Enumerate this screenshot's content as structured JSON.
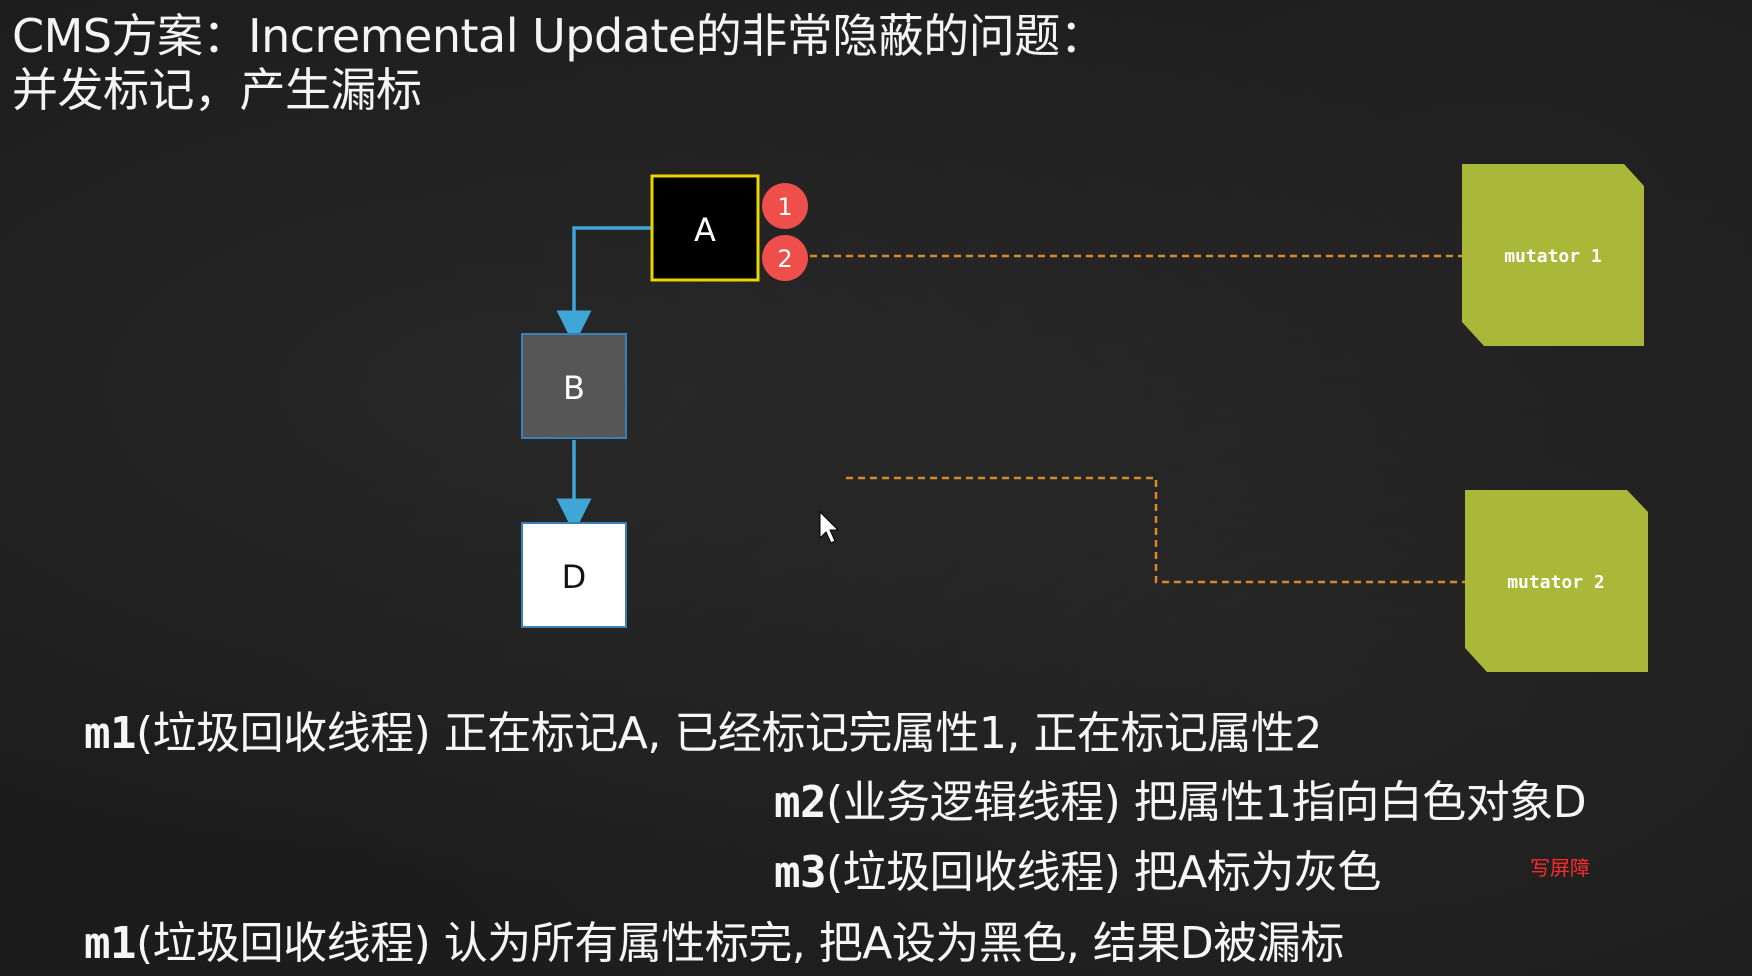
{
  "title": {
    "line1": "CMS方案：Incremental Update的非常隐蔽的问题：",
    "line2": "并发标记，产生漏标"
  },
  "nodes": {
    "a": "A",
    "b": "B",
    "d": "D"
  },
  "badges": {
    "one": "1",
    "two": "2"
  },
  "mutators": {
    "m1": "mutator 1",
    "m2": "mutator 2"
  },
  "steps": [
    {
      "code": "m1",
      "text": "(垃圾回收线程) 正在标记A, 已经标记完属性1, 正在标记属性2"
    },
    {
      "code": "m2",
      "text": "(业务逻辑线程) 把属性1指向白色对象D"
    },
    {
      "code": "m3",
      "text": "(垃圾回收线程) 把A标为灰色"
    },
    {
      "code": "m1",
      "text": "(垃圾回收线程) 认为所有属性标完, 把A设为黑色, 结果D被漏标"
    }
  ],
  "note": "写屏障",
  "colors": {
    "node_a_border": "#e8d400",
    "node_b_fill": "#565656",
    "node_b_border": "#3a7fb5",
    "edge": "#3fa6d8",
    "badge": "#ee4f4a",
    "mutator": "#a9b838",
    "dashed": "#d88a2a",
    "note": "#ff2a2a"
  }
}
